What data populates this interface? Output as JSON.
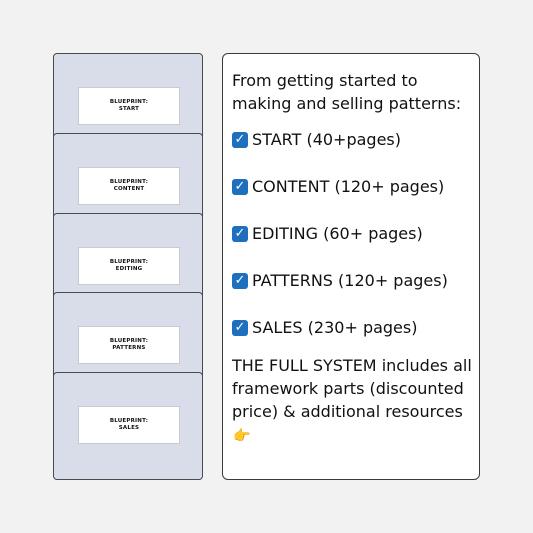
{
  "cards": [
    {
      "line1": "BLUEPRINT:",
      "line2": "START"
    },
    {
      "line1": "BLUEPRINT:",
      "line2": "CONTENT"
    },
    {
      "line1": "BLUEPRINT:",
      "line2": "EDITING"
    },
    {
      "line1": "BLUEPRINT:",
      "line2": "PATTERNS"
    },
    {
      "line1": "BLUEPRINT:",
      "line2": "SALES"
    }
  ],
  "panel": {
    "intro": "From getting started to making and selling patterns:",
    "check_glyph": "✓",
    "items": [
      "START (40+pages)",
      "CONTENT (120+ pages)",
      "EDITING (60+ pages)",
      "PATTERNS (120+ pages)",
      "SALES (230+ pages)"
    ],
    "outro": "THE FULL SYSTEM includes all framework parts (discounted price) & additional resources",
    "outro_icon": "👉"
  },
  "colors": {
    "background": "#f2f2f2",
    "card_fill": "#d9dde9",
    "check_blue": "#1f6fbf"
  },
  "icons": [
    "checkmark-icon",
    "pointing-hand-icon"
  ]
}
